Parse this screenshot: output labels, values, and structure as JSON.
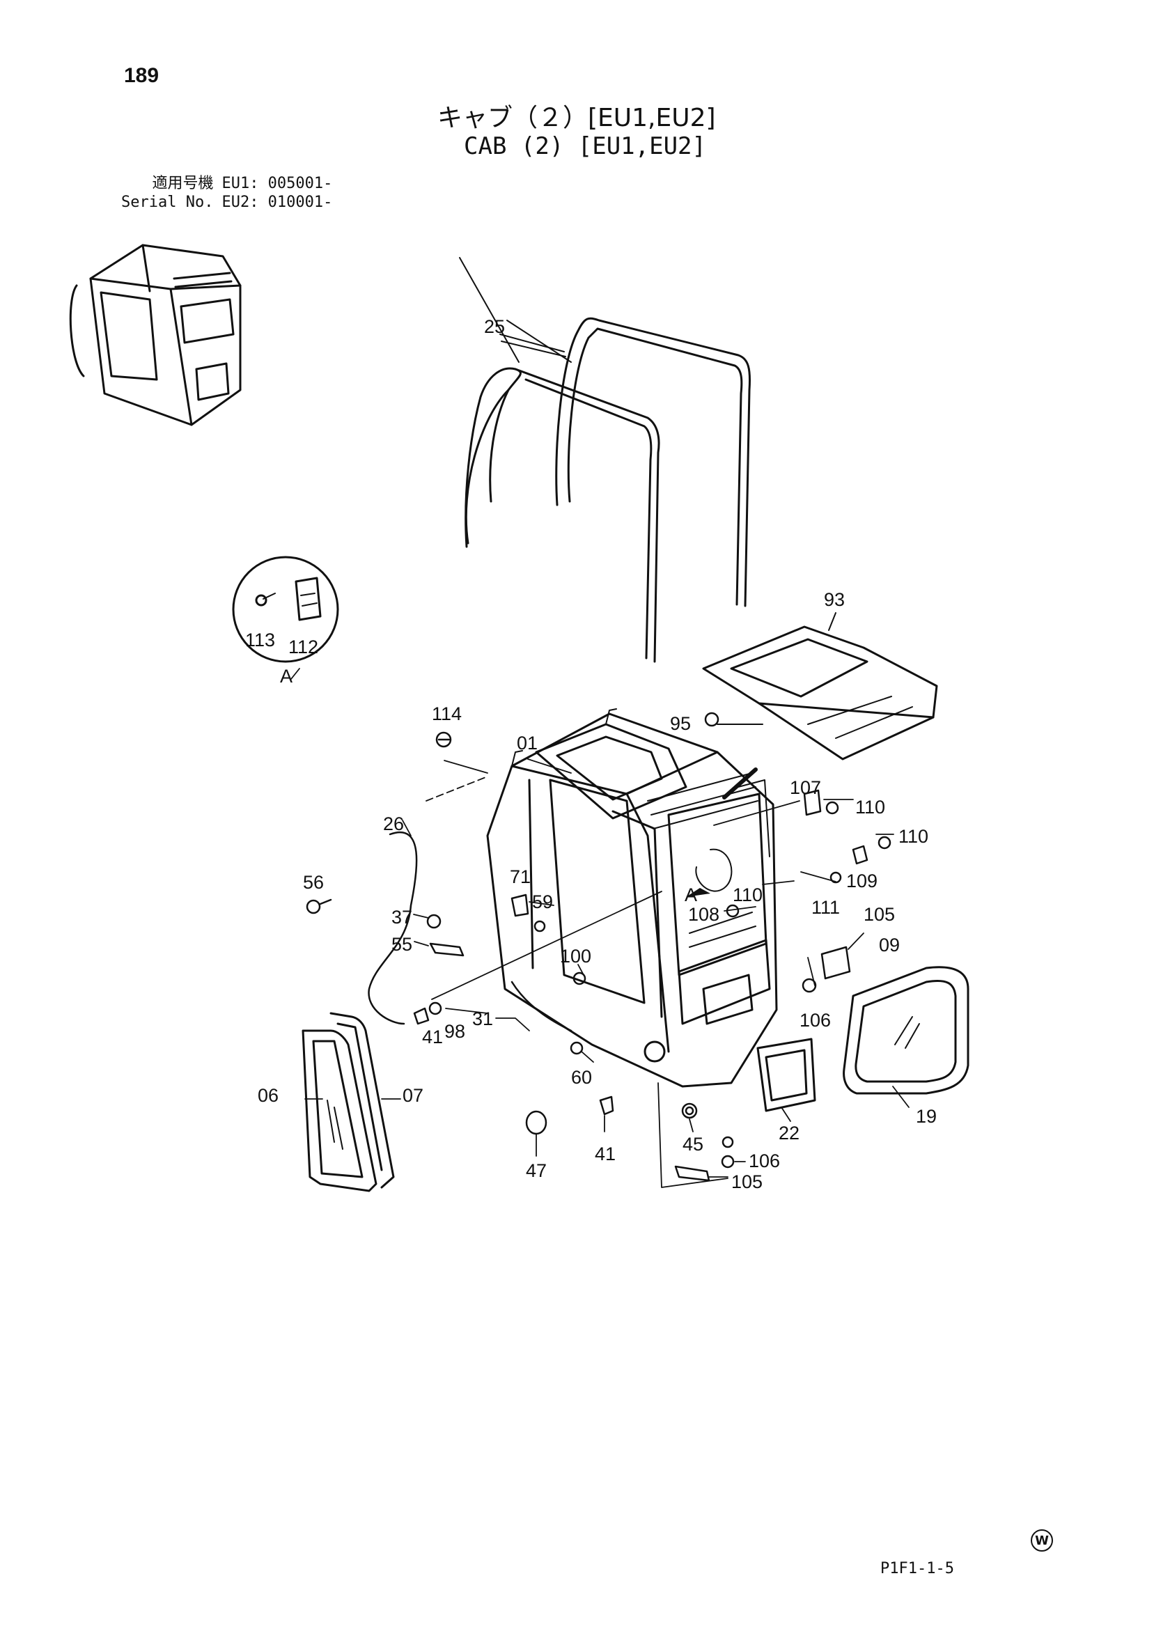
{
  "page_number": "189",
  "title_jp": "キャブ（２）[EU1,EU2]",
  "title_en": "CAB (2) [EU1,EU2]",
  "serial": {
    "label_jp": "適用号機",
    "label_en": "Serial No.",
    "eu1": "EU1: 005001-",
    "eu2": "EU2: 010001-"
  },
  "detail_label": "A",
  "callouts": [
    "25",
    "93",
    "113",
    "112",
    "95",
    "114",
    "01",
    "107",
    "110",
    "110",
    "26",
    "56",
    "71",
    "59",
    "110",
    "108",
    "109",
    "111",
    "37",
    "55",
    "105",
    "09",
    "100",
    "106",
    "31",
    "41",
    "98",
    "60",
    "06",
    "07",
    "19",
    "22",
    "45",
    "47",
    "41",
    "106",
    "105"
  ],
  "page_code": "P1F1-1-5",
  "corner_mark": "W"
}
